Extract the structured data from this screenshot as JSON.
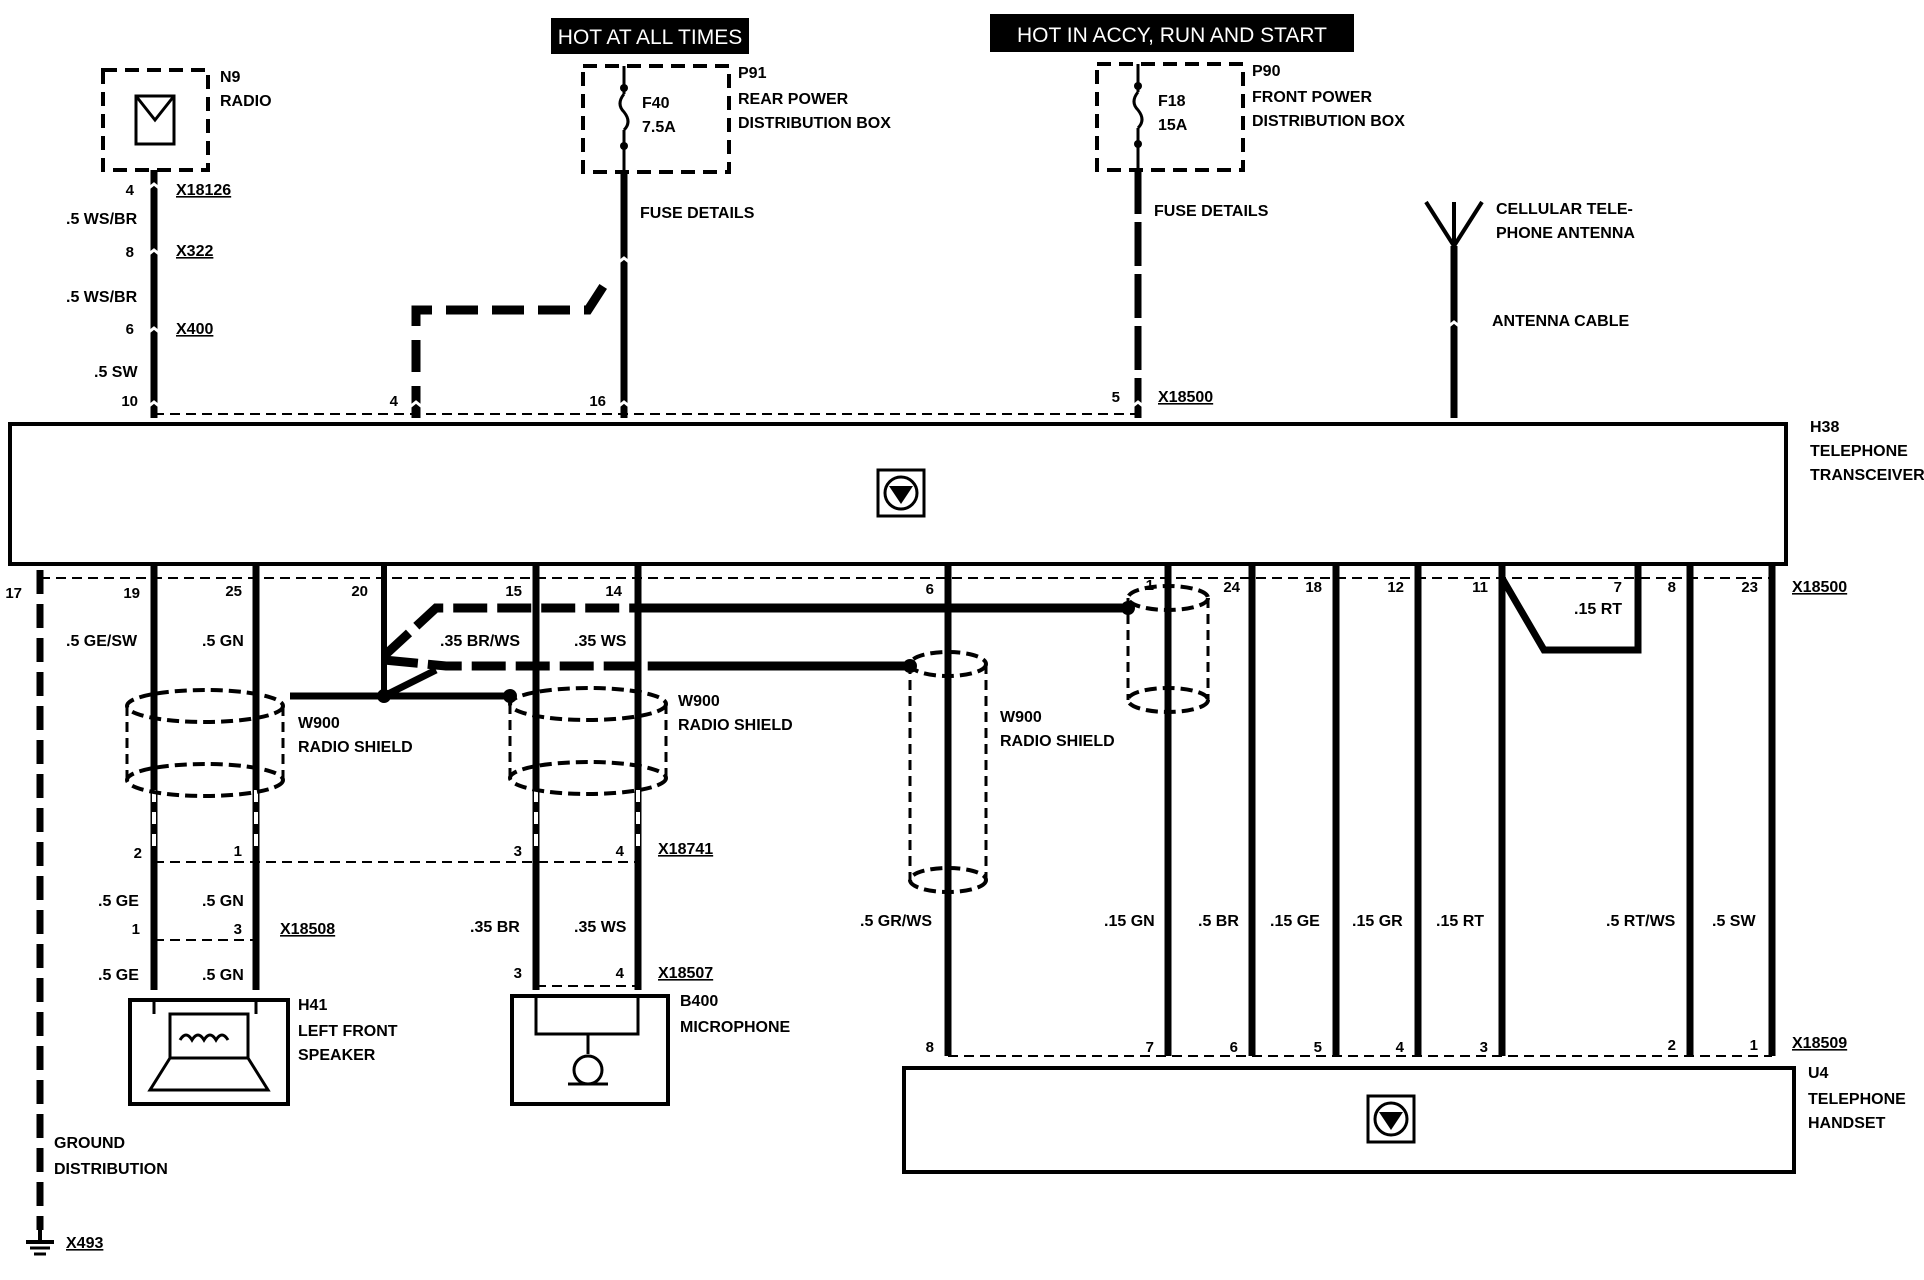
{
  "banners": {
    "hot_at_all_times": "HOT AT ALL TIMES",
    "hot_in_accy": "HOT IN ACCY, RUN AND START"
  },
  "components": {
    "n9": {
      "id": "N9",
      "name": "RADIO"
    },
    "p91": {
      "id": "P91",
      "name1": "REAR POWER",
      "name2": "DISTRIBUTION BOX",
      "fuse": "F40",
      "rating": "7.5A",
      "details": "FUSE DETAILS"
    },
    "p90": {
      "id": "P90",
      "name1": "FRONT POWER",
      "name2": "DISTRIBUTION BOX",
      "fuse": "F18",
      "rating": "15A",
      "details": "FUSE DETAILS"
    },
    "antenna": {
      "name1": "CELLULAR TELE-",
      "name2": "PHONE ANTENNA",
      "cable": "ANTENNA CABLE"
    },
    "h38": {
      "id": "H38",
      "name1": "TELEPHONE",
      "name2": "TRANSCEIVER"
    },
    "h41": {
      "id": "H41",
      "name1": "LEFT FRONT",
      "name2": "SPEAKER"
    },
    "b400": {
      "id": "B400",
      "name": "MICROPHONE"
    },
    "u4": {
      "id": "U4",
      "name1": "TELEPHONE",
      "name2": "HANDSET"
    },
    "w900": {
      "id": "W900",
      "name": "RADIO SHIELD"
    },
    "ground": {
      "name1": "GROUND",
      "name2": "DISTRIBUTION",
      "id": "X493"
    }
  },
  "connectors": {
    "x18126": "X18126",
    "x322": "X322",
    "x400": "X400",
    "x18500": "X18500",
    "x18741": "X18741",
    "x18508": "X18508",
    "x18507": "X18507",
    "x18509": "X18509"
  },
  "wires": {
    "ws_br": ".5 WS/BR",
    "sw": ".5 SW",
    "ge_sw": ".5 GE/SW",
    "gn": ".5 GN",
    "br_ws_35": ".35 BR/WS",
    "ws_35": ".35 WS",
    "rt_15": ".15 RT",
    "ge": ".5 GE",
    "br_35": ".35 BR",
    "gr_ws": ".5 GR/WS",
    "gn_15": ".15 GN",
    "br": ".5 BR",
    "ge_15": ".15 GE",
    "gr_15": ".15 GR",
    "rt_ws": ".5 RT/WS"
  },
  "pins": {
    "p4": "4",
    "p8": "8",
    "p6": "6",
    "p10": "10",
    "p16": "16",
    "p5": "5",
    "p17": "17",
    "p19": "19",
    "p25": "25",
    "p20": "20",
    "p15": "15",
    "p14": "14",
    "p1": "1",
    "p24": "24",
    "p18": "18",
    "p12": "12",
    "p11": "11",
    "p7": "7",
    "p23": "23",
    "p2": "2",
    "p3": "3"
  }
}
